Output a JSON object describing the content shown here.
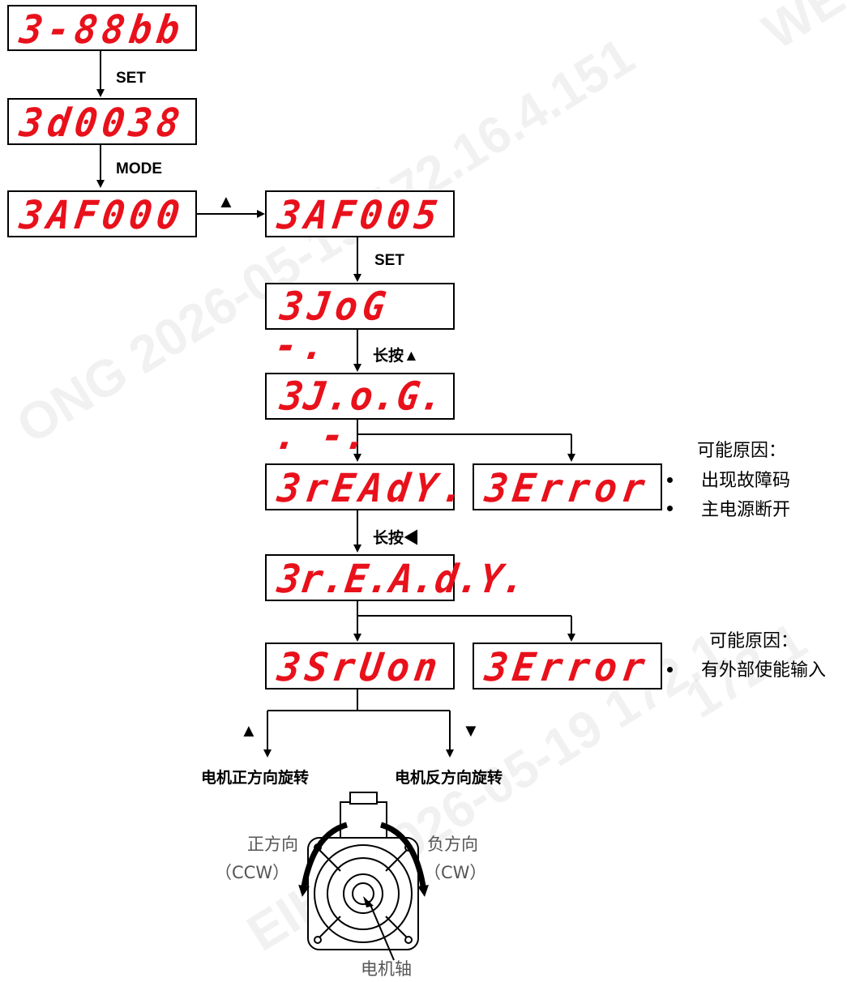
{
  "displays": {
    "d1": "3-88bb",
    "d2": "3d0038",
    "d3": "3AF000",
    "d4": "3AF005",
    "d5": "3JoG  -.",
    "d6": "3J.o.G. . -.",
    "d7": "3rEAdY.",
    "d8": "3Error",
    "d9": "3r.E.A.d.Y.",
    "d10": "3SrUon",
    "d11": "3Error"
  },
  "labels": {
    "set1": "SET",
    "mode": "MODE",
    "up_arrow": "▲",
    "set2": "SET",
    "long_up": "长按▲",
    "long_left": "长按◀",
    "up_branch": "▲",
    "down_branch": "▼",
    "motor_forward": "电机正方向旋转",
    "motor_reverse": "电机反方向旋转"
  },
  "notes": {
    "error1_title": "可能原因：",
    "error1_items": [
      "出现故障码",
      "主电源断开"
    ],
    "error2_title": "可能原因：",
    "error2_items": [
      "有外部使能输入"
    ]
  },
  "motor": {
    "ccw_label": "正方向",
    "ccw_code": "（CCW）",
    "cw_label": "负方向",
    "cw_code": "（CW）",
    "shaft_label": "电机轴"
  },
  "watermarks": [
    "WE",
    "ONG 2026-05-19 172.16.4.151",
    "172.1",
    "EIHO   2026-05-19 172.1"
  ],
  "colors": {
    "led": "#e8111b",
    "line": "#000000"
  }
}
